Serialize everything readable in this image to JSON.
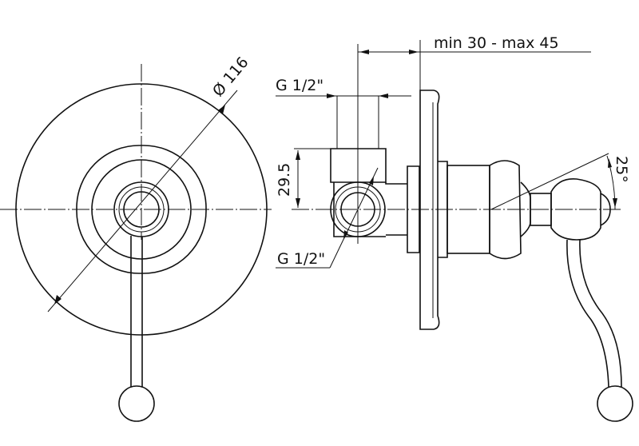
{
  "dimensions": {
    "diameter": "Ø 116",
    "depth_range": "min 30 - max 45",
    "thread_top": "G 1/2\"",
    "height_offset": "29.5",
    "thread_bottom": "G 1/2\"",
    "angle": "25°"
  }
}
